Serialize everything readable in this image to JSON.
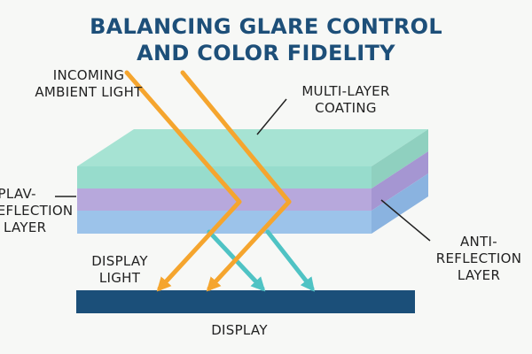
{
  "title": {
    "line1": "BALANCING GLARE CONTROL",
    "line2": "AND COLOR FIDELITY"
  },
  "labels": {
    "incoming": [
      "INCOMING",
      "AMBIENT LIGHT"
    ],
    "coating": [
      "MULTI-LAYER",
      "COATING"
    ],
    "left_layer": [
      "NPLAV-",
      "REFLECTION",
      "LAYER"
    ],
    "anti_reflection": [
      "ANTI-",
      "REFLECTION",
      "LAYER"
    ],
    "display_light": [
      "DISPLAY",
      "LIGHT"
    ],
    "display": "DISPLAY"
  },
  "colors": {
    "title": "#1d4f79",
    "ambient_light": "#f5a52e",
    "display_light": "#4fc3c4",
    "layer_top": "#97dccc",
    "layer_middle": "#b7a8dc",
    "layer_bottom": "#9cc3ea",
    "display_bar": "#1b4f79"
  }
}
